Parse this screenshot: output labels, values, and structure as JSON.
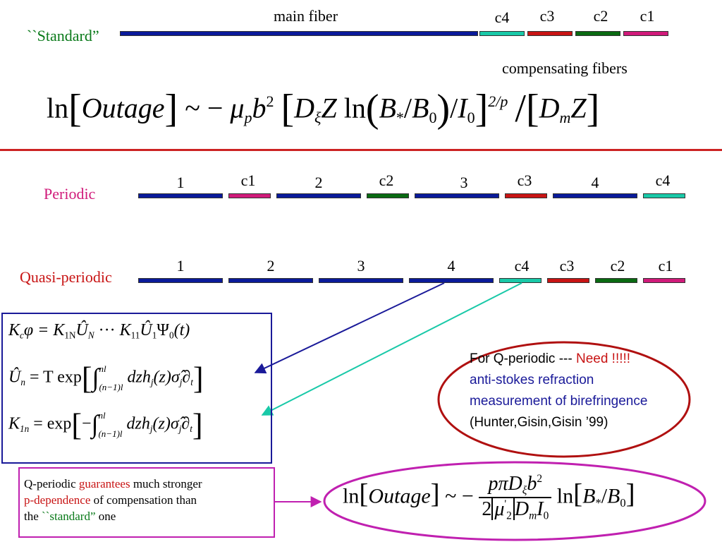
{
  "standard": {
    "label": "``Standard”",
    "main_fiber_label": "main fiber",
    "compensating_label": "compensating fibers",
    "segments": [
      "c4",
      "c3",
      "c2",
      "c1"
    ]
  },
  "formula_top": {
    "lhs": "ln",
    "outage": "Outage",
    "tilde": "~",
    "minus": "−",
    "mu": "μ",
    "p_sub": "p",
    "b": "b",
    "two": "2",
    "D": "D",
    "xi": "ξ",
    "Z": "Z",
    "ln": "ln",
    "Bstar": "B",
    "star": "*",
    "B0": "B",
    "zero": "0",
    "I": "I",
    "exp": "2/p",
    "Dm": "D",
    "m": "m",
    "Z2": "Z"
  },
  "periodic": {
    "label": "Periodic",
    "segments": [
      "1",
      "c1",
      "2",
      "c2",
      "3",
      "c3",
      "4",
      "c4"
    ]
  },
  "quasi": {
    "label": "Quasi-periodic",
    "segments": [
      "1",
      "2",
      "3",
      "4",
      "c4",
      "c3",
      "c2",
      "c1"
    ]
  },
  "box_formulas": {
    "f1": "K_cφ = K_1N Û_N ··· K_11 Û_1 Ψ_0(t)",
    "f1_parts": [
      "K",
      "c",
      "φ = ",
      "K",
      "1N",
      "Û",
      "N",
      " ··· ",
      "K",
      "11",
      "Û",
      "1",
      "Ψ",
      "0",
      "(t)"
    ],
    "f2_lhs": "Û",
    "f2_lhs_sub": "n",
    "f2_eq": "= T exp",
    "f2_upper": "nl",
    "f2_lower": "(n−1)l",
    "f2_body": "dzh",
    "f2_body_sub": "j",
    "f2_body2": "(z)σ̂",
    "f2_body2_sub": "j",
    "f2_body3": "∂",
    "f2_body3_sub": "t",
    "f3_lhs": "K",
    "f3_lhs_sub": "1n",
    "f3_eq": "= exp",
    "f3_minus": "−",
    "f3_upper": "nl",
    "f3_lower": "(n−1)l",
    "f3_body": "dzh",
    "f3_body_sub": "j",
    "f3_body2": "(z)σ̂",
    "f3_body2_sub": "j",
    "f3_body3": "∂",
    "f3_body3_sub": "t"
  },
  "note_right": {
    "line1_a": "For Q-periodic  --- ",
    "line1_b": "Need !!!!!",
    "line2": "anti-stokes refraction",
    "line3": "measurement of birefringence",
    "line4": "(Hunter,Gisin,Gisin ’99)"
  },
  "note_bottom": {
    "l1_a": "Q-periodic ",
    "l1_b": "guarantees",
    "l1_c": " much stronger",
    "l2_a": "p-dependence",
    "l2_b": " of compensation than",
    "l3_a": "the ",
    "l3_b": "``standard”",
    "l3_c": " one"
  },
  "formula_bottom": {
    "ln": "ln",
    "outage": "Outage",
    "tilde": "~",
    "minus": "−",
    "num": "pπD",
    "num_sub": "ξ",
    "num_b": "b",
    "num_sup": "2",
    "den_2": "2",
    "den_mu": "μ",
    "den_mu_sub": "2",
    "den_mu_sup": "'",
    "den_D": "D",
    "den_D_sub": "m",
    "den_I": "I",
    "den_I_sub": "0",
    "ln2": "ln",
    "B": "B",
    "star": "*",
    "B0": "B",
    "zero": "0"
  },
  "colors": {
    "blue": "#0a1a9a",
    "teal": "#19c9a8",
    "red": "#c81414",
    "green": "#0a6a12",
    "pink": "#d01a7a",
    "divider": "#cc2222",
    "box_blue": "#1a1a99",
    "oval_red": "#b01010",
    "oval_magenta": "#c020b0"
  }
}
